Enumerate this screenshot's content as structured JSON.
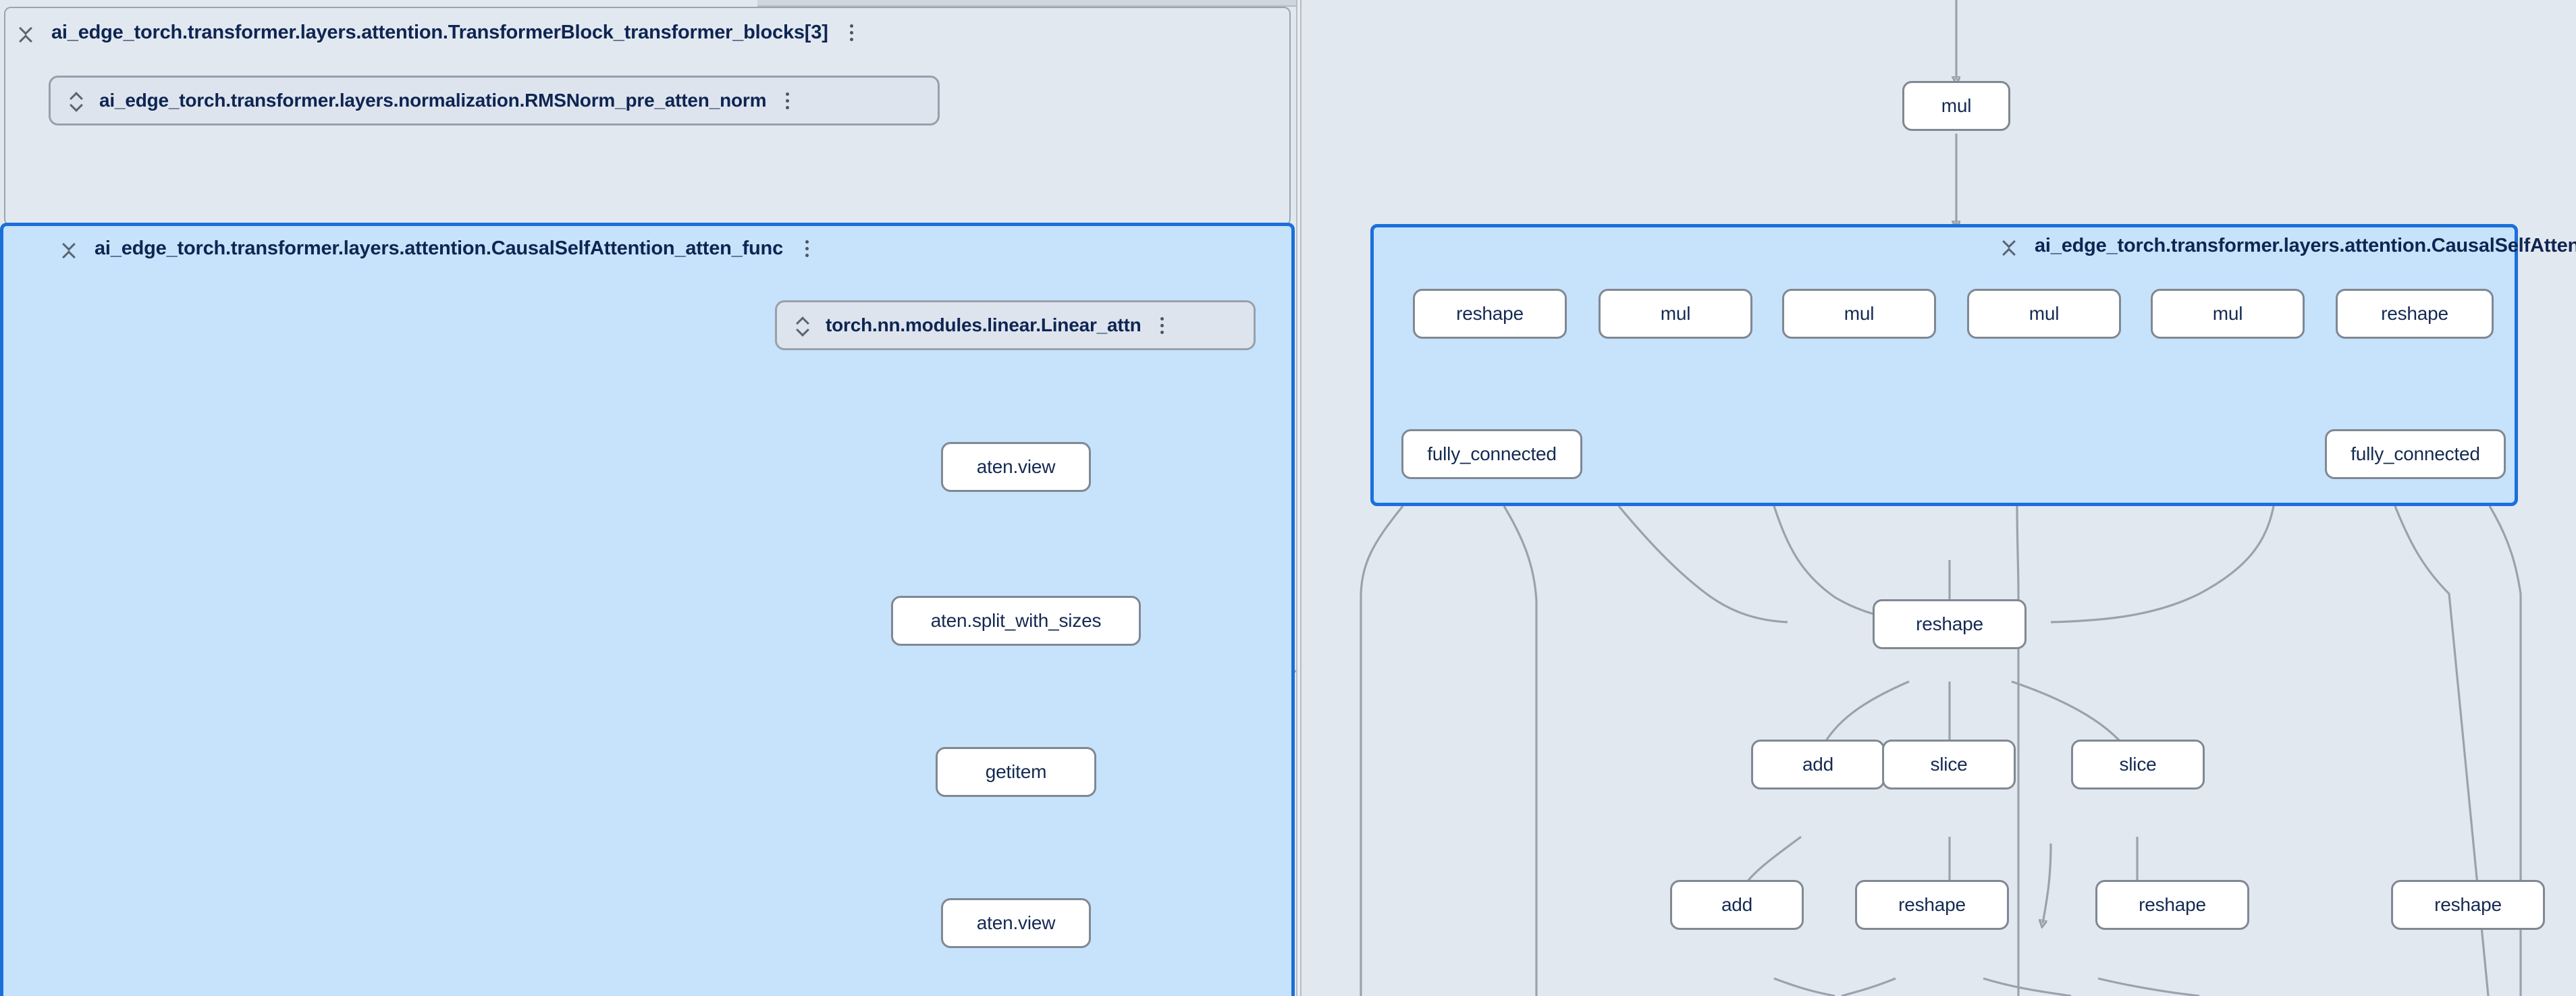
{
  "app": {
    "name": "model-graph-explorer"
  },
  "icons": {
    "expand": "expand-collapse-chevrons-icon",
    "collapse": "collapse-chevrons-icon",
    "menu": "kebab-menu-icon"
  },
  "colors": {
    "canvas_bg": "#e2e8f0",
    "selected_group_bg": "#c7e2fb",
    "selected_group_border": "#1a6fdb",
    "node_bg": "#ffffff",
    "node_border": "#808893",
    "pill_bg": "#dde4ee",
    "pill_border": "#98a0ab",
    "edge": "#9aa2ac",
    "label_text": "#0e2552"
  },
  "left_panel": {
    "outer_group": {
      "title": "ai_edge_torch.transformer.layers.attention.TransformerBlock_transformer_blocks[3]"
    },
    "rmsnorm_pill": {
      "label": "ai_edge_torch.transformer.layers.normalization.RMSNorm_pre_atten_norm"
    },
    "attention_group": {
      "title": "ai_edge_torch.transformer.layers.attention.CausalSelfAttention_atten_func",
      "selected": true
    },
    "linear_pill": {
      "label": "torch.nn.modules.linear.Linear_attn"
    },
    "nodes": [
      {
        "id": "l-view-1",
        "label": "aten.view"
      },
      {
        "id": "l-split",
        "label": "aten.split_with_sizes"
      },
      {
        "id": "l-getitem",
        "label": "getitem"
      },
      {
        "id": "l-view-2",
        "label": "aten.view"
      }
    ]
  },
  "right_panel": {
    "top_node": {
      "label": "mul"
    },
    "attention_group": {
      "title": "ai_edge_torch.transformer.layers.attention.CausalSelfAttention_atten_func",
      "selected": true
    },
    "group_row": [
      {
        "id": "r-reshape-a",
        "label": "reshape"
      },
      {
        "id": "r-mul-1",
        "label": "mul"
      },
      {
        "id": "r-mul-2",
        "label": "mul"
      },
      {
        "id": "r-mul-3",
        "label": "mul"
      },
      {
        "id": "r-mul-4",
        "label": "mul"
      },
      {
        "id": "r-reshape-b",
        "label": "reshape"
      }
    ],
    "group_row2": [
      {
        "id": "r-fc-1",
        "label": "fully_connected"
      },
      {
        "id": "r-fc-2",
        "label": "fully_connected"
      }
    ],
    "dag_row1": [
      {
        "id": "r-reshape-c",
        "label": "reshape"
      }
    ],
    "dag_row2": [
      {
        "id": "r-add-1",
        "label": "add"
      },
      {
        "id": "r-slice-1",
        "label": "slice"
      },
      {
        "id": "r-slice-2",
        "label": "slice"
      }
    ],
    "dag_row3": [
      {
        "id": "r-add-2",
        "label": "add"
      },
      {
        "id": "r-reshape-d",
        "label": "reshape"
      },
      {
        "id": "r-reshape-e",
        "label": "reshape"
      },
      {
        "id": "r-reshape-f",
        "label": "reshape"
      }
    ]
  }
}
